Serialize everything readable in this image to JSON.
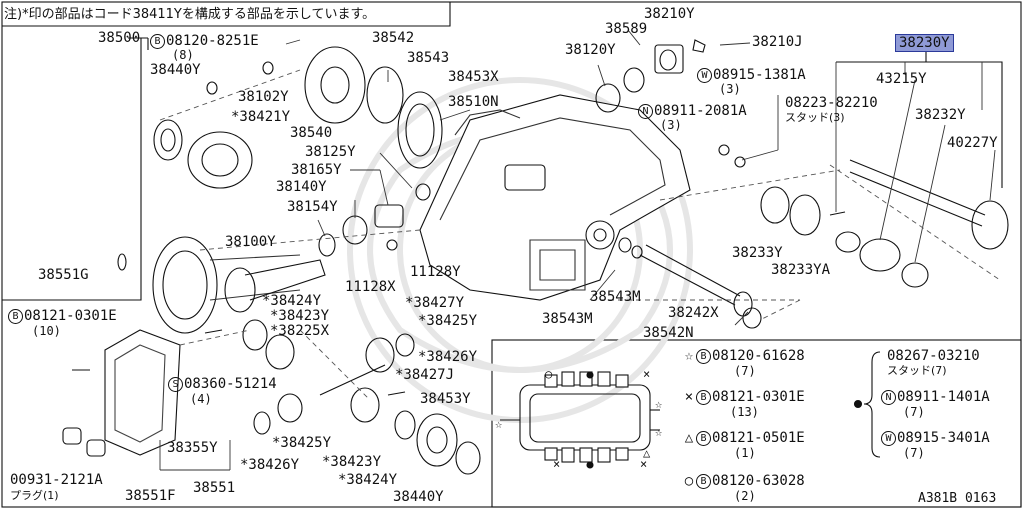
{
  "note": "注)*印の部品はコード38411Yを構成する部品を示しています。",
  "figure_id": "A381B 0163",
  "highlight_part": "38230Y",
  "labels": {
    "p38500": "38500",
    "p38542": "38542",
    "p38543": "38543",
    "p38453X": "38453X",
    "p38510N": "38510N",
    "p38440Y_top": "38440Y",
    "p38102Y": "38102Y",
    "p38421Y": "*38421Y",
    "p38540": "38540",
    "p38125Y": "38125Y",
    "p38165Y": "38165Y",
    "p38140Y": "38140Y",
    "p38154Y": "38154Y",
    "p38100Y": "38100Y",
    "p38551G": "38551G",
    "p11128X": "11128X",
    "p11128Y": "11128Y",
    "p38424Y_a": "*38424Y",
    "p38423Y_a": "*38423Y",
    "p38225X": "*38225X",
    "p38427Y": "*38427Y",
    "p38425Y_a": "*38425Y",
    "p38426Y_a": "*38426Y",
    "p38427J": "*38427J",
    "p38453Y": "38453Y",
    "p38425Y_b": "*38425Y",
    "p38426Y_b": "*38426Y",
    "p38423Y_b": "*38423Y",
    "p38424Y_b": "*38424Y",
    "p38440Y_bot": "38440Y",
    "p38355Y": "38355Y",
    "p38551": "38551",
    "p38551F": "38551F",
    "p00931": "00931-2121A",
    "p00931_sub": "プラグ(1)",
    "p38210Y": "38210Y",
    "p38589": "38589",
    "p38120Y": "38120Y",
    "p38210J": "38210J",
    "p43215Y": "43215Y",
    "p08223": "08223-82210",
    "p08223_sub": "スタッド(3)",
    "p38232Y": "38232Y",
    "p40227Y": "40227Y",
    "p38233Y": "38233Y",
    "p38233YA": "38233YA",
    "p38543M_a": "38543M",
    "p38543M_b": "38543M",
    "p38242X": "38242X",
    "p38542N": "38542N"
  },
  "bolts": {
    "b08120_8251E": {
      "mark": "B",
      "code": "08120-8251E",
      "qty": "(8)"
    },
    "w08915_1381A": {
      "mark": "W",
      "code": "08915-1381A",
      "qty": "(3)"
    },
    "n08911_2081A": {
      "mark": "N",
      "code": "08911-2081A",
      "qty": "(3)"
    },
    "b08121_0301E": {
      "mark": "B",
      "code": "08121-0301E",
      "qty": "(10)"
    },
    "s08360_51214": {
      "mark": "S",
      "code": "08360-51214",
      "qty": "(4)"
    }
  },
  "legend": {
    "star": {
      "sym": "☆",
      "mark": "B",
      "code": "08120-61628",
      "qty": "(7)"
    },
    "cross": {
      "sym": "×",
      "mark": "B",
      "code": "08121-0301E",
      "qty": "(13)"
    },
    "tri": {
      "sym": "△",
      "mark": "B",
      "code": "08121-0501E",
      "qty": "(1)"
    },
    "circle": {
      "sym": "○",
      "mark": "B",
      "code": "08120-63028",
      "qty": "(2)"
    },
    "dot_group": [
      {
        "mark": "",
        "code": "08267-03210",
        "qty": "スタッド(7)"
      },
      {
        "mark": "N",
        "code": "08911-1401A",
        "qty": "(7)"
      },
      {
        "mark": "W",
        "code": "08915-3401A",
        "qty": "(7)"
      }
    ]
  }
}
